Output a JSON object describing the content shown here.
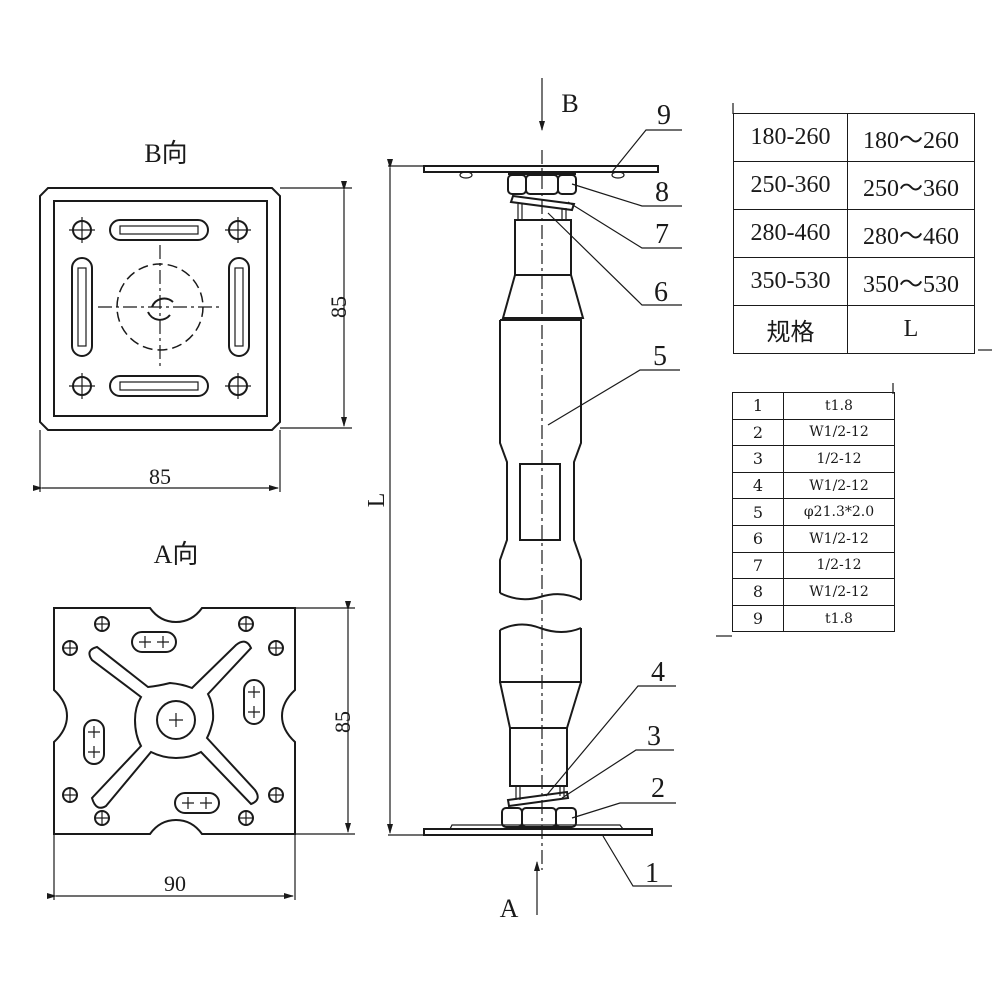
{
  "views": {
    "b_view": {
      "title": "B向",
      "width_dim": "85",
      "height_dim": "85"
    },
    "a_view": {
      "title": "A向",
      "width_dim": "90",
      "height_dim": "85"
    }
  },
  "elevation": {
    "arrow_b": "B",
    "arrow_a": "A",
    "length_label": "L",
    "callouts": [
      "9",
      "8",
      "7",
      "6",
      "5",
      "4",
      "3",
      "2",
      "1"
    ]
  },
  "spec_table": {
    "rows": [
      {
        "spec": "180-260",
        "L": "180～260"
      },
      {
        "spec": "250-360",
        "L": "250～360"
      },
      {
        "spec": "280-460",
        "L": "280～460"
      },
      {
        "spec": "350-530",
        "L": "350～530"
      }
    ],
    "header": {
      "spec": "规格",
      "L": "L"
    }
  },
  "parts_table": {
    "rows": [
      {
        "no": "1",
        "spec": "t1.8"
      },
      {
        "no": "2",
        "spec": "W1/2-12"
      },
      {
        "no": "3",
        "spec": "1/2-12"
      },
      {
        "no": "4",
        "spec": "W1/2-12"
      },
      {
        "no": "5",
        "spec": "φ21.3*2.0"
      },
      {
        "no": "6",
        "spec": "W1/2-12"
      },
      {
        "no": "7",
        "spec": "1/2-12"
      },
      {
        "no": "8",
        "spec": "W1/2-12"
      },
      {
        "no": "9",
        "spec": "t1.8"
      }
    ]
  }
}
